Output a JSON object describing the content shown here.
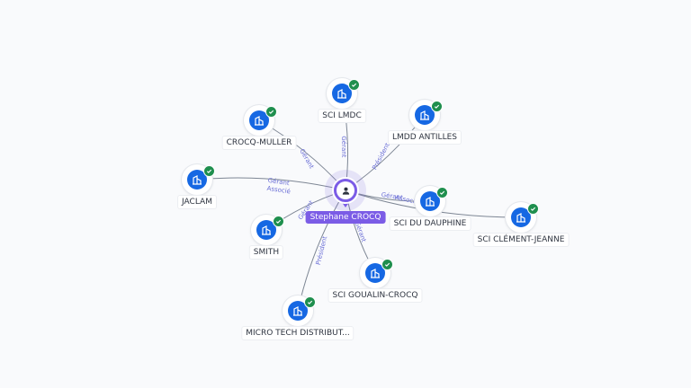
{
  "center": {
    "name": "Stephane CROCQ",
    "icon": "person-icon",
    "color": "#7b5ce6"
  },
  "companies": [
    {
      "id": "sci-lmdc",
      "name": "SCI LMDC",
      "icon": "building-icon",
      "verified": true
    },
    {
      "id": "crocq-muller",
      "name": "CROCQ-MULLER",
      "icon": "building-icon",
      "verified": true
    },
    {
      "id": "lmdd-antilles",
      "name": "LMDD ANTILLES",
      "icon": "building-icon",
      "verified": true
    },
    {
      "id": "jaclam",
      "name": "JACLAM",
      "icon": "building-icon",
      "verified": true
    },
    {
      "id": "sci-du-dauphine",
      "name": "SCI DU DAUPHINE",
      "icon": "building-icon",
      "verified": true
    },
    {
      "id": "sci-clement-jeanne",
      "name": "SCI CLÉMENT-JEANNE",
      "icon": "building-icon",
      "verified": true
    },
    {
      "id": "smith",
      "name": "SMITH",
      "icon": "building-icon",
      "verified": true
    },
    {
      "id": "sci-goualin-crocq",
      "name": "SCI GOUALIN-CROCQ",
      "icon": "building-icon",
      "verified": true
    },
    {
      "id": "micro-tech",
      "name": "MICRO TECH DISTRIBUT...",
      "icon": "building-icon",
      "verified": true
    }
  ],
  "relations": [
    {
      "target": "sci-lmdc",
      "label": "Gérant"
    },
    {
      "target": "crocq-muller",
      "label": "Gérant"
    },
    {
      "target": "lmdd-antilles",
      "label": "Président"
    },
    {
      "target": "jaclam",
      "label": "Gérant"
    },
    {
      "target": "jaclam",
      "label": "Associé"
    },
    {
      "target": "sci-du-dauphine",
      "label": "Gérant"
    },
    {
      "target": "sci-clement-jeanne",
      "label": "Associé"
    },
    {
      "target": "smith",
      "label": "Gérant"
    },
    {
      "target": "sci-goualin-crocq",
      "label": "Gérant"
    },
    {
      "target": "micro-tech",
      "label": "Président"
    }
  ],
  "colors": {
    "company": "#1668e3",
    "verified": "#1f8f4e",
    "edge": "#7d8694",
    "edge_label": "#6b6fd6"
  }
}
